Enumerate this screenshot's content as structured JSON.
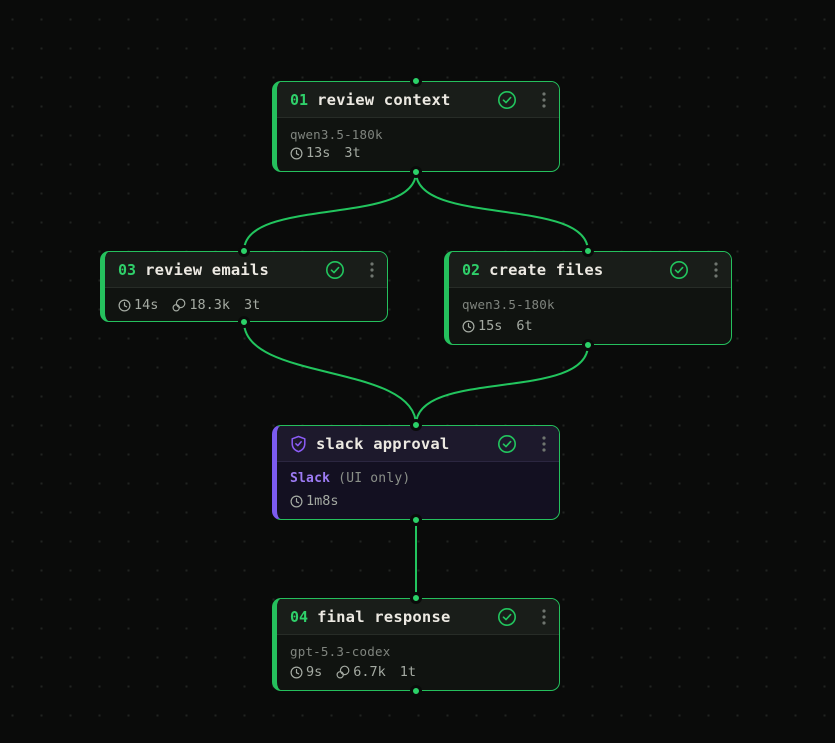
{
  "colors": {
    "background": "#0a0b0a",
    "accent_green": "#22c55e",
    "accent_purple": "#7c5bf0",
    "title_text": "#ece9e2",
    "muted_text": "#7f847e"
  },
  "icons": {
    "status": "check-circle-icon",
    "menu": "ellipsis-vertical-icon",
    "duration": "clock-icon",
    "tokens": "coins-icon",
    "approval": "shield-check-icon"
  },
  "nodes": [
    {
      "number": "01",
      "title": "review context",
      "model": "qwen3.5-180k",
      "duration": "13s",
      "turns": "3t"
    },
    {
      "number": "03",
      "title": "review emails",
      "duration": "14s",
      "tokens": "18.3k",
      "turns": "3t"
    },
    {
      "number": "02",
      "title": "create files",
      "model": "qwen3.5-180k",
      "duration": "15s",
      "turns": "6t"
    },
    {
      "title": "slack approval",
      "integration": "Slack",
      "integration_note": "(UI only)",
      "duration": "1m8s"
    },
    {
      "number": "04",
      "title": "final response",
      "model": "gpt-5.3-codex",
      "duration": "9s",
      "tokens": "6.7k",
      "turns": "1t"
    }
  ],
  "edges": [
    {
      "from": "review context",
      "to": "review emails"
    },
    {
      "from": "review context",
      "to": "create files"
    },
    {
      "from": "review emails",
      "to": "slack approval"
    },
    {
      "from": "create files",
      "to": "slack approval"
    },
    {
      "from": "slack approval",
      "to": "final response"
    }
  ]
}
